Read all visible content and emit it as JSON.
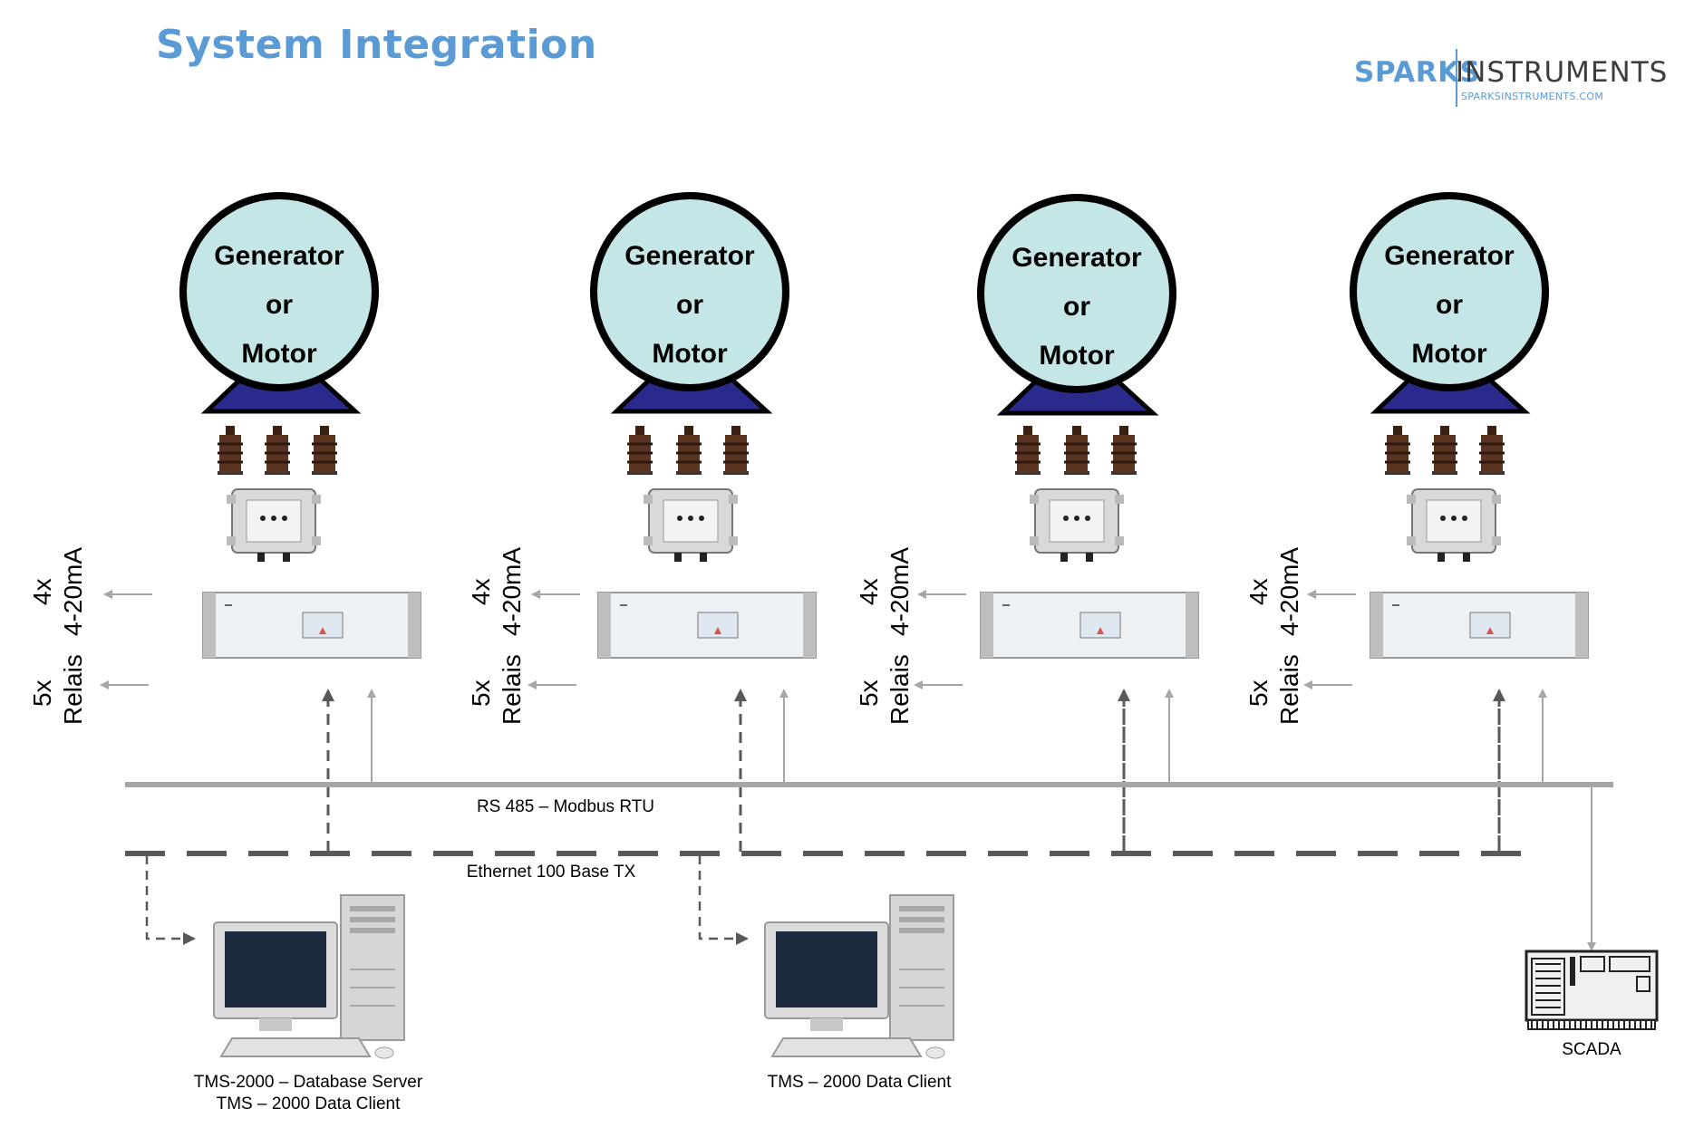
{
  "title": "System Integration",
  "logo": {
    "brand_part1": "SPARKS",
    "brand_part2": "INSTRUMENTS",
    "url": "SPARKSINSTRUMENTS.COM"
  },
  "machines": [
    {
      "line1": "Generator",
      "line2": "or",
      "line3": "Motor"
    },
    {
      "line1": "Generator",
      "line2": "or",
      "line3": "Motor"
    },
    {
      "line1": "Generator",
      "line2": "or",
      "line3": "Motor"
    },
    {
      "line1": "Generator",
      "line2": "or",
      "line3": "Motor"
    }
  ],
  "outputs": [
    {
      "analog_count": "4x",
      "analog_label": "4-20mA",
      "relay_count": "5x",
      "relay_label": "Relais"
    },
    {
      "analog_count": "4x",
      "analog_label": "4-20mA",
      "relay_count": "5x",
      "relay_label": "Relais"
    },
    {
      "analog_count": "4x",
      "analog_label": "4-20mA",
      "relay_count": "5x",
      "relay_label": "Relais"
    },
    {
      "analog_count": "4x",
      "analog_label": "4-20mA",
      "relay_count": "5x",
      "relay_label": "Relais"
    }
  ],
  "buses": {
    "rs485": "RS 485 – Modbus RTU",
    "ethernet": "Ethernet 100 Base TX"
  },
  "computers": [
    {
      "line1": "TMS-2000 – Database Server",
      "line2": "TMS – 2000 Data Client"
    },
    {
      "line1": "TMS – 2000 Data Client",
      "line2": ""
    }
  ],
  "scada": "SCADA",
  "colors": {
    "title": "#5b9bd5",
    "machine_fill": "#c5e6e6",
    "machine_base": "#2a2a8c",
    "insulator": "#5a3321",
    "rs485_bus": "#a6a6a6",
    "ethernet_bus": "#595959"
  }
}
